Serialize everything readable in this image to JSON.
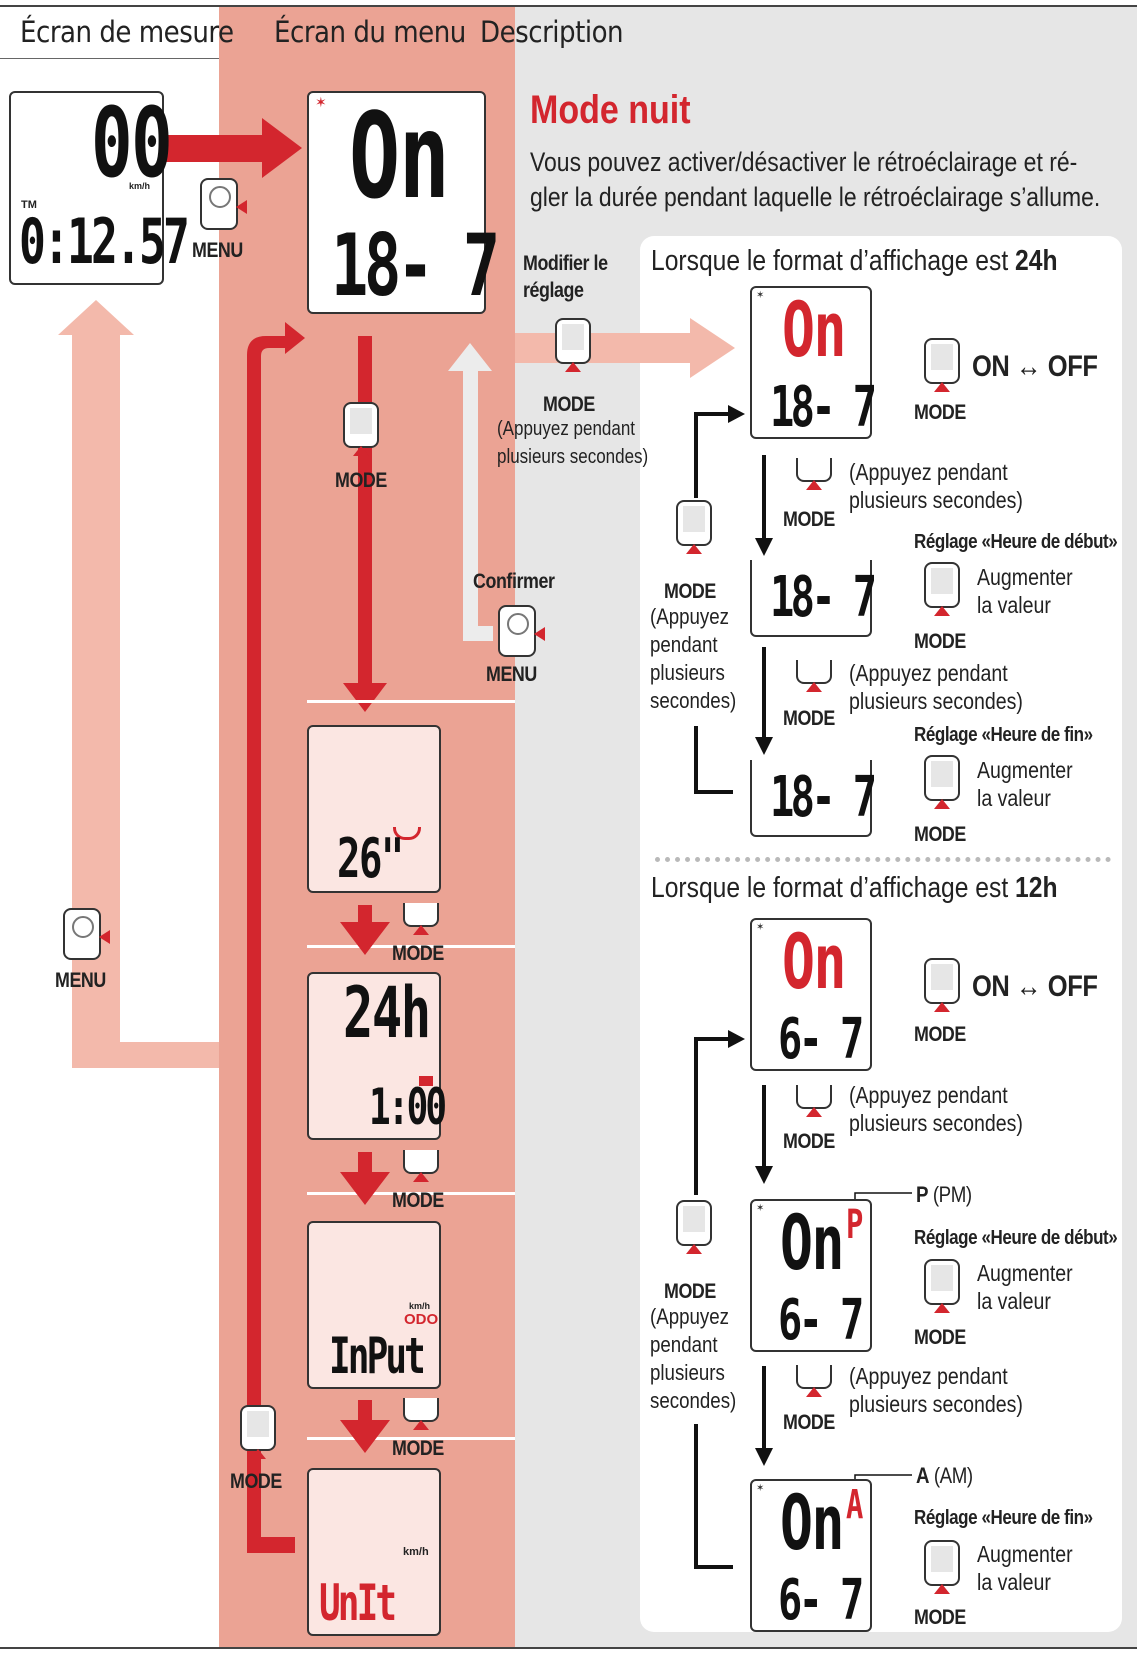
{
  "header": {
    "col1": "Écran de mesure",
    "col2": "Écran du menu",
    "col3": "Description"
  },
  "title": "Mode nuit",
  "intro": {
    "line1": "Vous pouvez activer/désactiver le rétroéclairage et ré-",
    "line2": "gler la durée pendant laquelle le rétroéclairage s’allume."
  },
  "buttons": {
    "menu": "MENU",
    "mode": "MODE"
  },
  "left": {
    "measure_screen": {
      "speed": "00",
      "unit": "km/h",
      "tm_label": "TM",
      "time": "0:12.57"
    },
    "menu_screen": {
      "top": "On",
      "bottom": "18- 7"
    },
    "wheel_screen": {
      "value": "26\""
    },
    "clock_screen": {
      "top": "24h",
      "bottom": "1:00"
    },
    "odo_screen": {
      "unit": "km/h",
      "label": "ODO",
      "value": "InPut"
    },
    "unit_screen": {
      "unit": "km/h",
      "value": "UnIt"
    },
    "modify_label": {
      "line1": "Modifier le",
      "line2": "réglage"
    },
    "press_long": {
      "line1": "(Appuyez pendant",
      "line2": "plusieurs secondes)"
    },
    "confirm_label": "Confirmer"
  },
  "section24": {
    "heading_prefix": "Lorsque le format d’affichage est ",
    "heading_bold": "24h",
    "screen1": {
      "top": "On",
      "bottom": "18- 7"
    },
    "screen2": {
      "bottom": "18- 7"
    },
    "screen3": {
      "bottom": "18- 7"
    },
    "on_off": "ON ↔ OFF",
    "press1": {
      "line1": "(Appuyez pendant",
      "line2": "plusieurs secondes)"
    },
    "press2": {
      "line1": "(Appuyez pendant",
      "line2": "plusieurs secondes)"
    },
    "start_label": "Réglage «Heure de début»",
    "end_label": "Réglage «Heure de fin»",
    "increase": {
      "line1": "Augmenter",
      "line2": "la valeur"
    },
    "side_press": [
      "(Appuyez",
      "pendant",
      "plusieurs",
      "secondes)"
    ]
  },
  "section12": {
    "heading_prefix": "Lorsque le format d’affichage est ",
    "heading_bold": "12h",
    "screen1": {
      "top": "On",
      "bottom": "6- 7"
    },
    "screen2": {
      "top": "On",
      "suffix": "P",
      "bottom": "6- 7"
    },
    "screen3": {
      "top": "On",
      "suffix": "A",
      "bottom": "6- 7"
    },
    "on_off": "ON ↔ OFF",
    "press1": {
      "line1": "(Appuyez pendant",
      "line2": "plusieurs secondes)"
    },
    "press2": {
      "line1": "(Appuyez pendant",
      "line2": "plusieurs secondes)"
    },
    "pm": {
      "letter": "P",
      "text": "(PM)"
    },
    "am": {
      "letter": "A",
      "text": "(AM)"
    },
    "start_label": "Réglage «Heure de début»",
    "end_label": "Réglage «Heure de fin»",
    "increase": {
      "line1": "Augmenter",
      "line2": "la valeur"
    },
    "side_press": [
      "(Appuyez",
      "pendant",
      "plusieurs",
      "secondes)"
    ]
  },
  "colors": {
    "red": "#d3262e",
    "salmon": "#eba394",
    "light_salmon": "#f3b9ab",
    "grey_panel": "#e7e7e7"
  }
}
